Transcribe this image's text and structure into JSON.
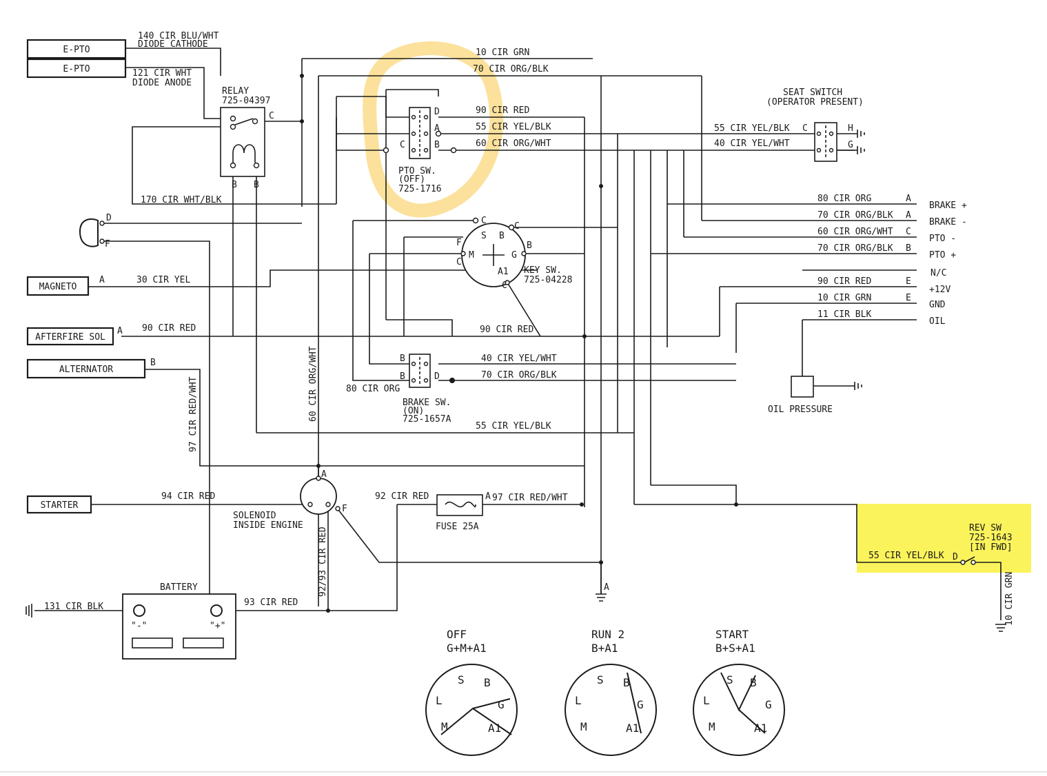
{
  "components": {
    "e_pto_1": "E-PTO",
    "e_pto_2": "E-PTO",
    "magneto": "MAGNETO",
    "afterfire": "AFTERFIRE SOL",
    "alternator": "ALTERNATOR",
    "starter": "STARTER",
    "battery": "BATTERY",
    "battery_neg": "\"-\"",
    "battery_pos": "\"+\"",
    "relay": "RELAY",
    "relay_part": "725-04397",
    "pto_sw": "PTO SW.",
    "pto_sw_state": "(OFF)",
    "pto_sw_part": "725-1716",
    "key_sw": "KEY SW.",
    "key_sw_part": "725-04228",
    "brake_sw": "BRAKE SW.",
    "brake_sw_state": "(ON)",
    "brake_sw_part": "725-1657A",
    "seat_switch": "SEAT SWITCH",
    "seat_switch_note": "(OPERATOR PRESENT)",
    "solenoid": "SOLENOID",
    "solenoid_note": "INSIDE ENGINE",
    "fuse": "FUSE 25A",
    "oil_pressure": "OIL PRESSURE",
    "rev_sw": "REV SW",
    "rev_sw_part": "725-1643",
    "rev_sw_state": "[IN FWD]"
  },
  "wires": {
    "w140": "140 CIR BLU/WHT",
    "diode_cathode": "DIODE CATHODE",
    "w121": "121 CIR WHT",
    "diode_anode": "DIODE ANODE",
    "w10_top": "10 CIR GRN",
    "w70_top": "70 CIR ORG/BLK",
    "w90_pto": "90 CIR RED",
    "w55_pto": "55 CIR YEL/BLK",
    "w60_pto": "60 CIR ORG/WHT",
    "w55_seat": "55 CIR YEL/BLK",
    "w40_seat": "40 CIR YEL/WHT",
    "w170": "170 CIR WHT/BLK",
    "w30": "30 CIR YEL",
    "w90_after": "90 CIR RED",
    "w90_key": "90 CIR RED",
    "w40_brake": "40 CIR YEL/WHT",
    "w70_brake": "70 CIR ORG/BLK",
    "w80_brake": "80 CIR ORG",
    "w55_mid": "55 CIR YEL/BLK",
    "w97_alt": "97 CIR RED/WHT",
    "w60_vert": "60 CIR ORG/WHT",
    "w94": "94 CIR RED",
    "w92": "92 CIR RED",
    "w97_fuse": "97 CIR RED/WHT",
    "w9293": "92/93 CIR RED",
    "w131": "131 CIR BLK",
    "w93": "93 CIR RED",
    "w55_rev": "55 CIR YEL/BLK",
    "w10_rev": "10 CIR GRN"
  },
  "connector": [
    {
      "wire": "80 CIR ORG",
      "pin": "A",
      "label": "BRAKE +"
    },
    {
      "wire": "70 CIR ORG/BLK",
      "pin": "A",
      "label": "BRAKE -"
    },
    {
      "wire": "60 CIR ORG/WHT",
      "pin": "C",
      "label": "PTO -"
    },
    {
      "wire": "70 CIR ORG/BLK",
      "pin": "B",
      "label": "PTO +"
    },
    {
      "wire": "",
      "pin": "",
      "label": "N/C"
    },
    {
      "wire": "90 CIR RED",
      "pin": "E",
      "label": "+12V"
    },
    {
      "wire": "10 CIR GRN",
      "pin": "E",
      "label": "GND"
    },
    {
      "wire": "11 CIR BLK",
      "pin": "",
      "label": "OIL"
    }
  ],
  "key_positions": [
    {
      "name": "OFF",
      "combo": "G+M+A1"
    },
    {
      "name": "RUN 2",
      "combo": "B+A1"
    },
    {
      "name": "START",
      "combo": "B+S+A1"
    }
  ],
  "colors": {
    "pto_highlight": "#f7c948",
    "rev_highlight": "#fbf24a",
    "line": "#1a1a1a"
  }
}
